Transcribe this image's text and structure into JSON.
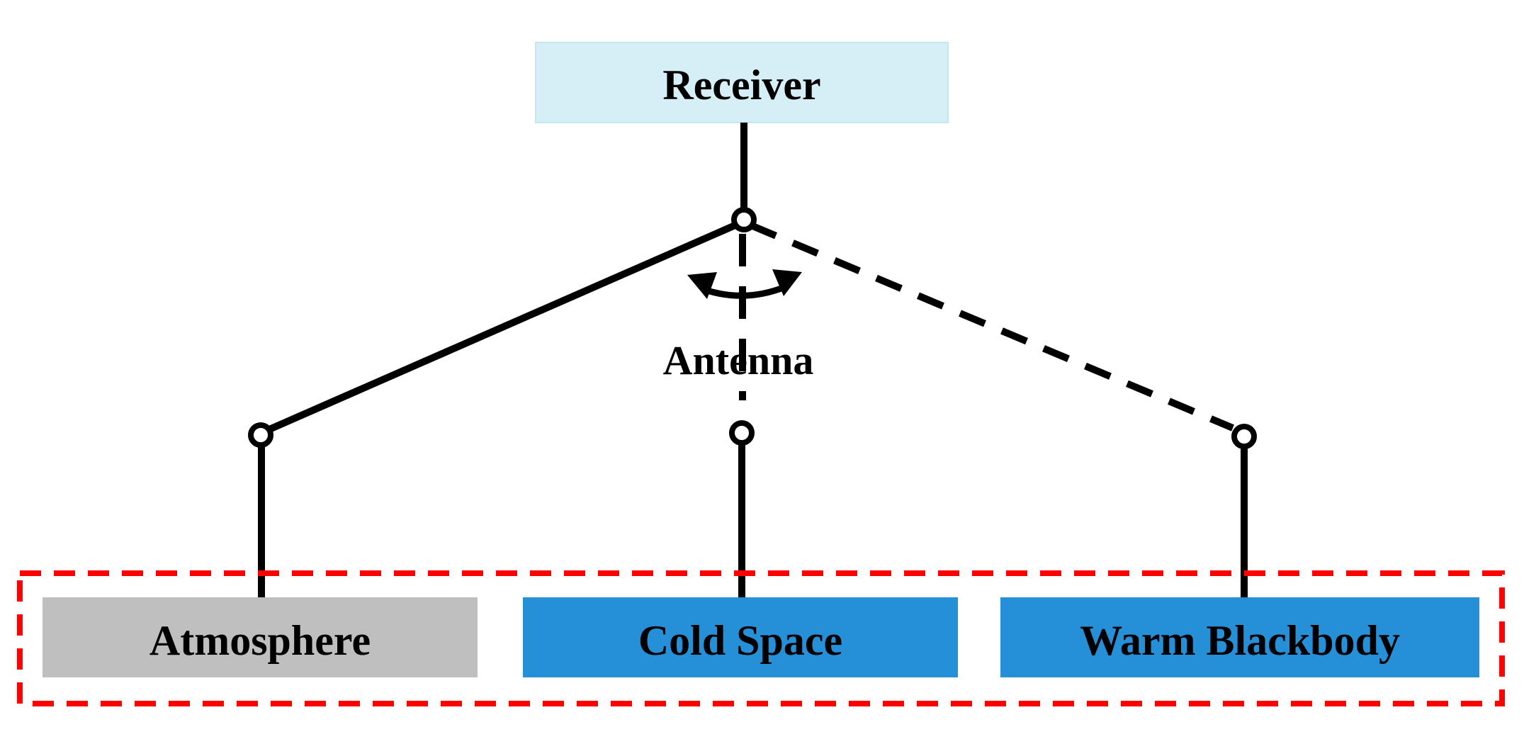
{
  "receiver": {
    "label": "Receiver",
    "fill": "#d6eff7"
  },
  "antenna": {
    "label": "Antenna"
  },
  "targets": [
    {
      "label": "Atmosphere",
      "fill": "#bfbfbf"
    },
    {
      "label": "Cold Space",
      "fill": "#2590d8"
    },
    {
      "label": "Warm Blackbody",
      "fill": "#2590d8"
    }
  ],
  "colors": {
    "wire": "#000000",
    "group_border": "#ff0000"
  }
}
